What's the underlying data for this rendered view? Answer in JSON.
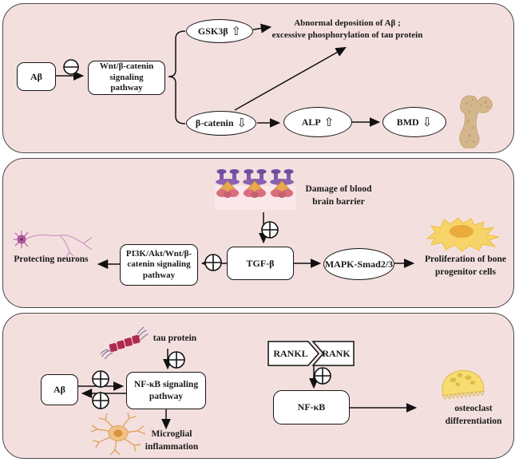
{
  "panel1": {
    "ab_label": "Aβ",
    "wnt_lines": [
      "Wnt/β-catenin",
      "signaling",
      "pathway"
    ],
    "gsk3b": {
      "label": "GSK3β",
      "arrow": "⇧"
    },
    "b_catenin": {
      "label": "β-catenin",
      "arrow": "⇩"
    },
    "alp": {
      "label": "ALP",
      "arrow": "⇧"
    },
    "bmd": {
      "label": "BMD",
      "arrow": "⇩"
    },
    "outcome_line1": "Abnormal deposition of Aβ ;",
    "outcome_line2": "excessive phosphorylation of tau protein"
  },
  "panel2": {
    "bbb_line1": "Damage of blood",
    "bbb_line2": "brain barrier",
    "tgfb_label": "TGF-β",
    "pi3k_lines": [
      "PI3K/Akt/Wnt/β-",
      "catenin signaling",
      "pathway"
    ],
    "mapk_label": "MAPK-Smad2/3",
    "protecting_label": "Protecting neurons",
    "proliferation_line1": "Proliferation of bone",
    "proliferation_line2": "progenitor cells"
  },
  "panel3": {
    "tau_label": "tau protein",
    "ab_label": "Aβ",
    "nfkb_pathway_lines": [
      "NF-κB signaling",
      "pathway"
    ],
    "microglial_line1": "Microglial",
    "microglial_line2": "inflammation",
    "rankl_label": "RANKL",
    "rank_label": "RANK",
    "nfkb_label": "NF-κB",
    "osteoclast_line1": "osteoclast",
    "osteoclast_line2": "differentiation"
  },
  "colors": {
    "panel_bg": "#f4dfdf",
    "panel_border": "#4a4a4a",
    "node_bg": "#ffffff",
    "line": "#111111",
    "bone": "#d4b68c",
    "neuron": "#bb5ca6",
    "bbb_purple": "#7c58a8",
    "bbb_orange": "#e9a94f",
    "bbb_red": "#d96f7d",
    "cell_yellow": "#f6d469",
    "cell_nucleus": "#e8ab3c",
    "tau_red": "#b02a50",
    "microglia": "#efc286",
    "osteoclast": "#f6dd71"
  }
}
